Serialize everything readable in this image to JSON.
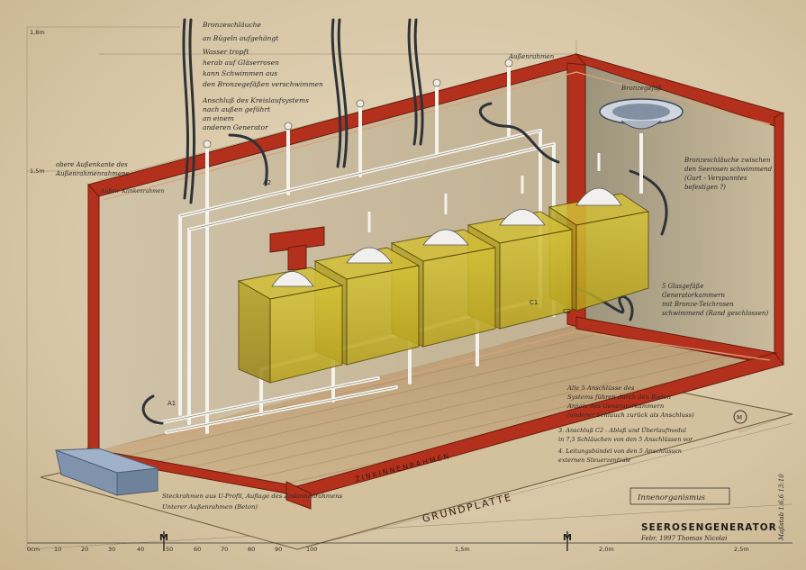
{
  "drawing": {
    "title": "SEEROSENGENERATOR",
    "subtitle": "Febr. 1997  Thomas Nicolai",
    "box_label": "Innenorganismus",
    "scale_label": "Maßstab 1:6,6  13:10",
    "plate_label": "GRUNDPLATTE",
    "frame_label": "ZINKINNENRAHMEN"
  },
  "scale": {
    "marker_left": "M",
    "marker_right": "M",
    "ticks": [
      "0cm",
      "10",
      "20",
      "30",
      "40",
      "50",
      "60",
      "70",
      "80",
      "90",
      "100",
      "1,5m",
      "2,0m",
      "2,5m"
    ]
  },
  "vertical_ruler": {
    "top": "1,8m",
    "mid": "1,5m"
  },
  "annotations": {
    "top_left_block": [
      "Bronzeschläuche",
      "an Bügeln aufgehängt",
      "Wasser tropft",
      "herab auf Gläserrosen",
      "kann Schwimmen aus",
      "den Bronzegefäßen verschwimmen"
    ],
    "anschluss_block": [
      "Anschluß des Kreislaufsystems",
      "nach außen geführt",
      "an einem",
      "anderen Generator"
    ],
    "left_side": [
      "obere Außenkante des",
      "Außenrahmenrahmens"
    ],
    "left_small": "Außen- Klinkenrahmen",
    "top_right": "Außenrahmen",
    "right_top": "Bronzegefäß",
    "right_block": [
      "Bronzeschläuche zwischen",
      "den Seerosen schwimmend",
      "(Gurt - Verspanntes",
      "befestigen ?)"
    ],
    "right_mid": [
      "5 Glasgefäße",
      "Generatorkammern",
      "mit Bronze-Teichrosen",
      "schwimmend (Rand geschlossen)"
    ],
    "center_block": [
      "Alle 5 Anschlüsse des",
      "Systems führen durch den Boden",
      "Ansatz des Generatorkammern",
      "(anderer Schlauch zurück als Anschluss)"
    ],
    "lower_block": [
      "3. Anschluß C2 - Ablaß und Überlaufmodul",
      "in 7,5 Schläuchen von den 5 Anschlüssen vor",
      "4. Leitungsbündel von den 5 Anschlüssen",
      "externen Steuerzentrale"
    ],
    "bottom_left_block": [
      "Steckrahmen aus U-Profil, Auflage des Zinkinnenrahmens",
      "Unterer Außenrahmen (Beton)"
    ],
    "fitting_labels": [
      "A1",
      "A2",
      "C1",
      "C2"
    ],
    "stamp": "M"
  },
  "colors": {
    "paper": "#dccdb0",
    "frame_red": "#b3311c",
    "frame_red_dark": "#7e2012",
    "glass_yellow": "#c9b526",
    "glass_edge": "#5a4c08",
    "pipe": "#f3f1ea",
    "hose": "#2d3338",
    "ink": "#2a2a2a",
    "tray": "#8ea2bd"
  }
}
